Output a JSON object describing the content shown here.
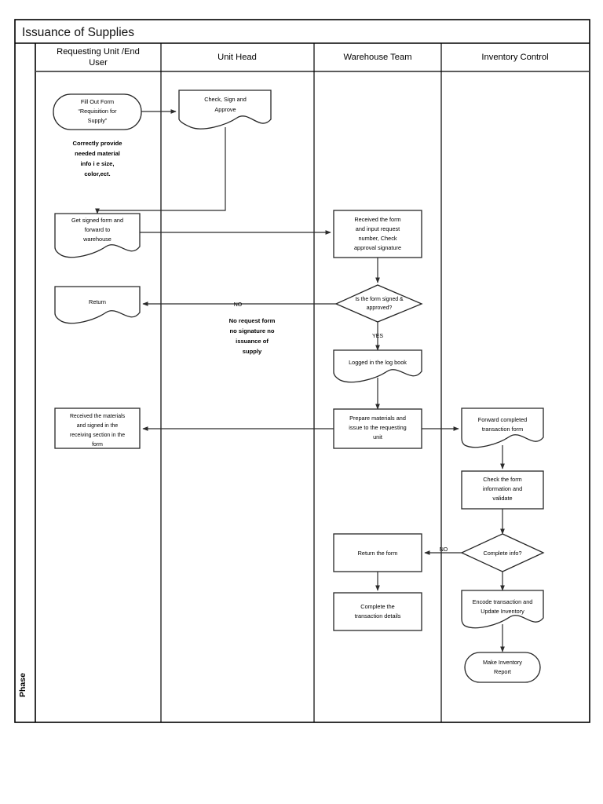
{
  "diagram": {
    "title": "Issuance of Supplies",
    "phase_label": "Phase",
    "type": "swimlane-flowchart",
    "colors": {
      "note_red": "#ef1c24",
      "shape_stroke": "#262626",
      "frame_stroke": "#000000",
      "background": "#ffffff"
    },
    "lanes": [
      {
        "id": "requesting",
        "label": "Requesting Unit /End User"
      },
      {
        "id": "unit-head",
        "label": "Unit Head"
      },
      {
        "id": "warehouse",
        "label": "Warehouse Team"
      },
      {
        "id": "inventory",
        "label": "Inventory Control"
      }
    ],
    "nodes": [
      {
        "id": "fill-out-form",
        "lane": "requesting",
        "shape": "terminator",
        "lines": [
          "Fill Out Form",
          "“Requisition for",
          "Supply”"
        ]
      },
      {
        "id": "check-sign-approve",
        "lane": "unit-head",
        "shape": "document",
        "lines": [
          "Check, Sign and",
          "Approve"
        ]
      },
      {
        "id": "get-signed-form",
        "lane": "requesting",
        "shape": "document",
        "lines": [
          "Get signed form and",
          "forward to",
          "warehouse"
        ]
      },
      {
        "id": "received-the-form",
        "lane": "warehouse",
        "shape": "process",
        "lines": [
          "Received the form",
          "and input request",
          "number, Check",
          "approval signature"
        ]
      },
      {
        "id": "is-form-signed",
        "lane": "warehouse",
        "shape": "decision",
        "lines": [
          "Is the form signed &",
          "approved?"
        ]
      },
      {
        "id": "return",
        "lane": "requesting",
        "shape": "document",
        "lines": [
          "Return"
        ]
      },
      {
        "id": "logged-in-logbook",
        "lane": "warehouse",
        "shape": "document",
        "lines": [
          "Logged in the log book"
        ]
      },
      {
        "id": "received-materials",
        "lane": "requesting",
        "shape": "process",
        "lines": [
          "Received the materials",
          "and signed in the",
          "receiving section in the",
          "form"
        ]
      },
      {
        "id": "prepare-materials",
        "lane": "warehouse",
        "shape": "process",
        "lines": [
          "Prepare materials and",
          "issue to the requesting",
          "unit"
        ]
      },
      {
        "id": "forward-completed",
        "lane": "inventory",
        "shape": "document",
        "lines": [
          "Forward completed",
          "transaction form"
        ]
      },
      {
        "id": "check-the-form",
        "lane": "inventory",
        "shape": "process",
        "lines": [
          "Check the form",
          "information and",
          "validate"
        ]
      },
      {
        "id": "complete-info",
        "lane": "inventory",
        "shape": "decision",
        "lines": [
          "Complete info?"
        ]
      },
      {
        "id": "return-the-form",
        "lane": "warehouse",
        "shape": "process",
        "lines": [
          "Return the form"
        ]
      },
      {
        "id": "complete-transaction-details",
        "lane": "warehouse",
        "shape": "process",
        "lines": [
          "Complete the",
          "transaction details"
        ]
      },
      {
        "id": "encode-transaction",
        "lane": "inventory",
        "shape": "document",
        "lines": [
          "Encode transaction and",
          "Update Inventory"
        ]
      },
      {
        "id": "make-inventory-report",
        "lane": "inventory",
        "shape": "terminator",
        "lines": [
          "Make Inventory",
          "Report"
        ]
      }
    ],
    "edge_labels": {
      "no_from_signed": "NO",
      "yes_from_signed": "YES",
      "no_from_complete_info": "NO"
    },
    "notes": [
      {
        "id": "note-correctly-provide",
        "lane": "requesting",
        "color": "#ef1c24",
        "lines": [
          "Correctly provide",
          "needed material",
          "info i e size,",
          "color,ect."
        ]
      },
      {
        "id": "note-no-request-form",
        "lane": "unit-head",
        "color": "#ef1c24",
        "lines": [
          "No request form",
          "no signature no",
          "issuance of",
          "supply"
        ]
      }
    ]
  }
}
